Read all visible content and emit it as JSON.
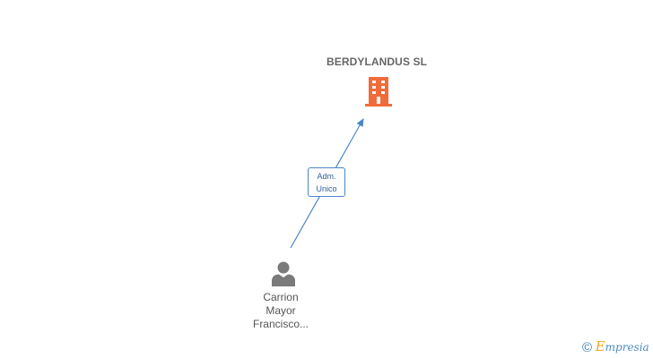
{
  "company": {
    "name": "BERDYLANDUS SL",
    "icon": "building-icon",
    "color": "#f26b3a"
  },
  "relation": {
    "role_line1": "Adm.",
    "role_line2": "Unico",
    "color": "#4a86c8"
  },
  "person": {
    "name_line1": "Carrion",
    "name_line2": "Mayor",
    "name_line3": "Francisco...",
    "icon": "person-icon",
    "color": "#7a7a7a"
  },
  "watermark": {
    "symbol": "©",
    "brand_first": "E",
    "brand_rest": "mpresia"
  }
}
